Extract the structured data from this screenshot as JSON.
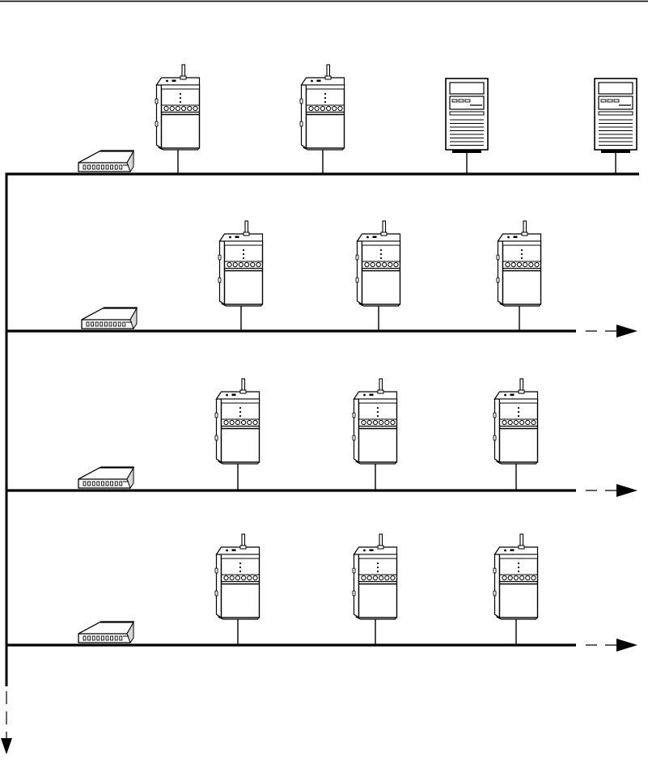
{
  "page": {
    "has_top_rule": true
  },
  "colors": {
    "line": "#000000",
    "background": "#ffffff",
    "shade": "#d9d9d9"
  },
  "icons": {
    "hub": "network-hub-icon",
    "controller": "wireless-controller-icon",
    "server": "server-tower-icon",
    "arrow": "arrowhead-icon"
  },
  "network": {
    "backbone": {
      "direction": "down",
      "continues": true
    },
    "segments": [
      {
        "id": "segment-1",
        "devices": [
          "controller",
          "controller",
          "server",
          "server"
        ],
        "continues": false
      },
      {
        "id": "segment-2",
        "devices": [
          "controller",
          "controller",
          "controller"
        ],
        "continues": true
      },
      {
        "id": "segment-3",
        "devices": [
          "controller",
          "controller",
          "controller"
        ],
        "continues": true
      },
      {
        "id": "segment-4",
        "devices": [
          "controller",
          "controller",
          "controller"
        ],
        "continues": true
      }
    ]
  }
}
